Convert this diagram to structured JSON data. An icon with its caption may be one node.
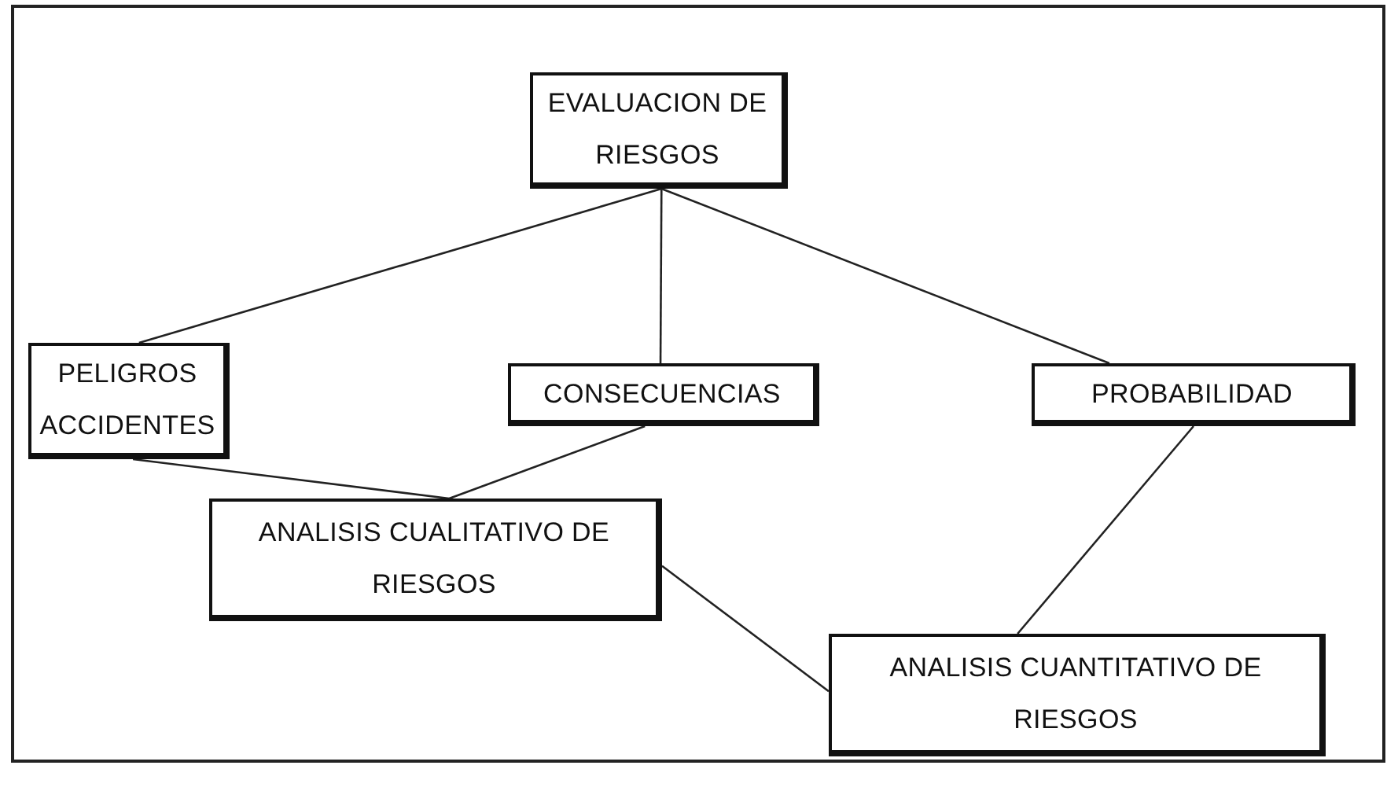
{
  "diagram": {
    "nodes": [
      {
        "text": [
          "EVALUACION DE RIESGOS"
        ]
      },
      {
        "text": [
          "PELIGROS ACCIDENTES"
        ]
      },
      {
        "text": [
          "CONSECUENCIAS"
        ]
      },
      {
        "text": [
          "PROBABILIDAD"
        ]
      },
      {
        "text": [
          "ANALISIS CUALITATIVO DE RIESGOS"
        ]
      },
      {
        "text": [
          "ANALISIS CUANTITATIVO DE RIESGOS"
        ]
      }
    ],
    "edges": [
      {
        "from": 0,
        "to": 1,
        "arrow": "none"
      },
      {
        "from": 0,
        "to": 2,
        "arrow": "none"
      },
      {
        "from": 0,
        "to": 3,
        "arrow": "none"
      },
      {
        "from": 1,
        "to": 4,
        "arrow": "none"
      },
      {
        "from": 2,
        "to": 4,
        "arrow": "none"
      },
      {
        "from": 3,
        "to": 5,
        "arrow": "none"
      },
      {
        "from": 4,
        "to": 5,
        "arrow": "none"
      }
    ]
  }
}
